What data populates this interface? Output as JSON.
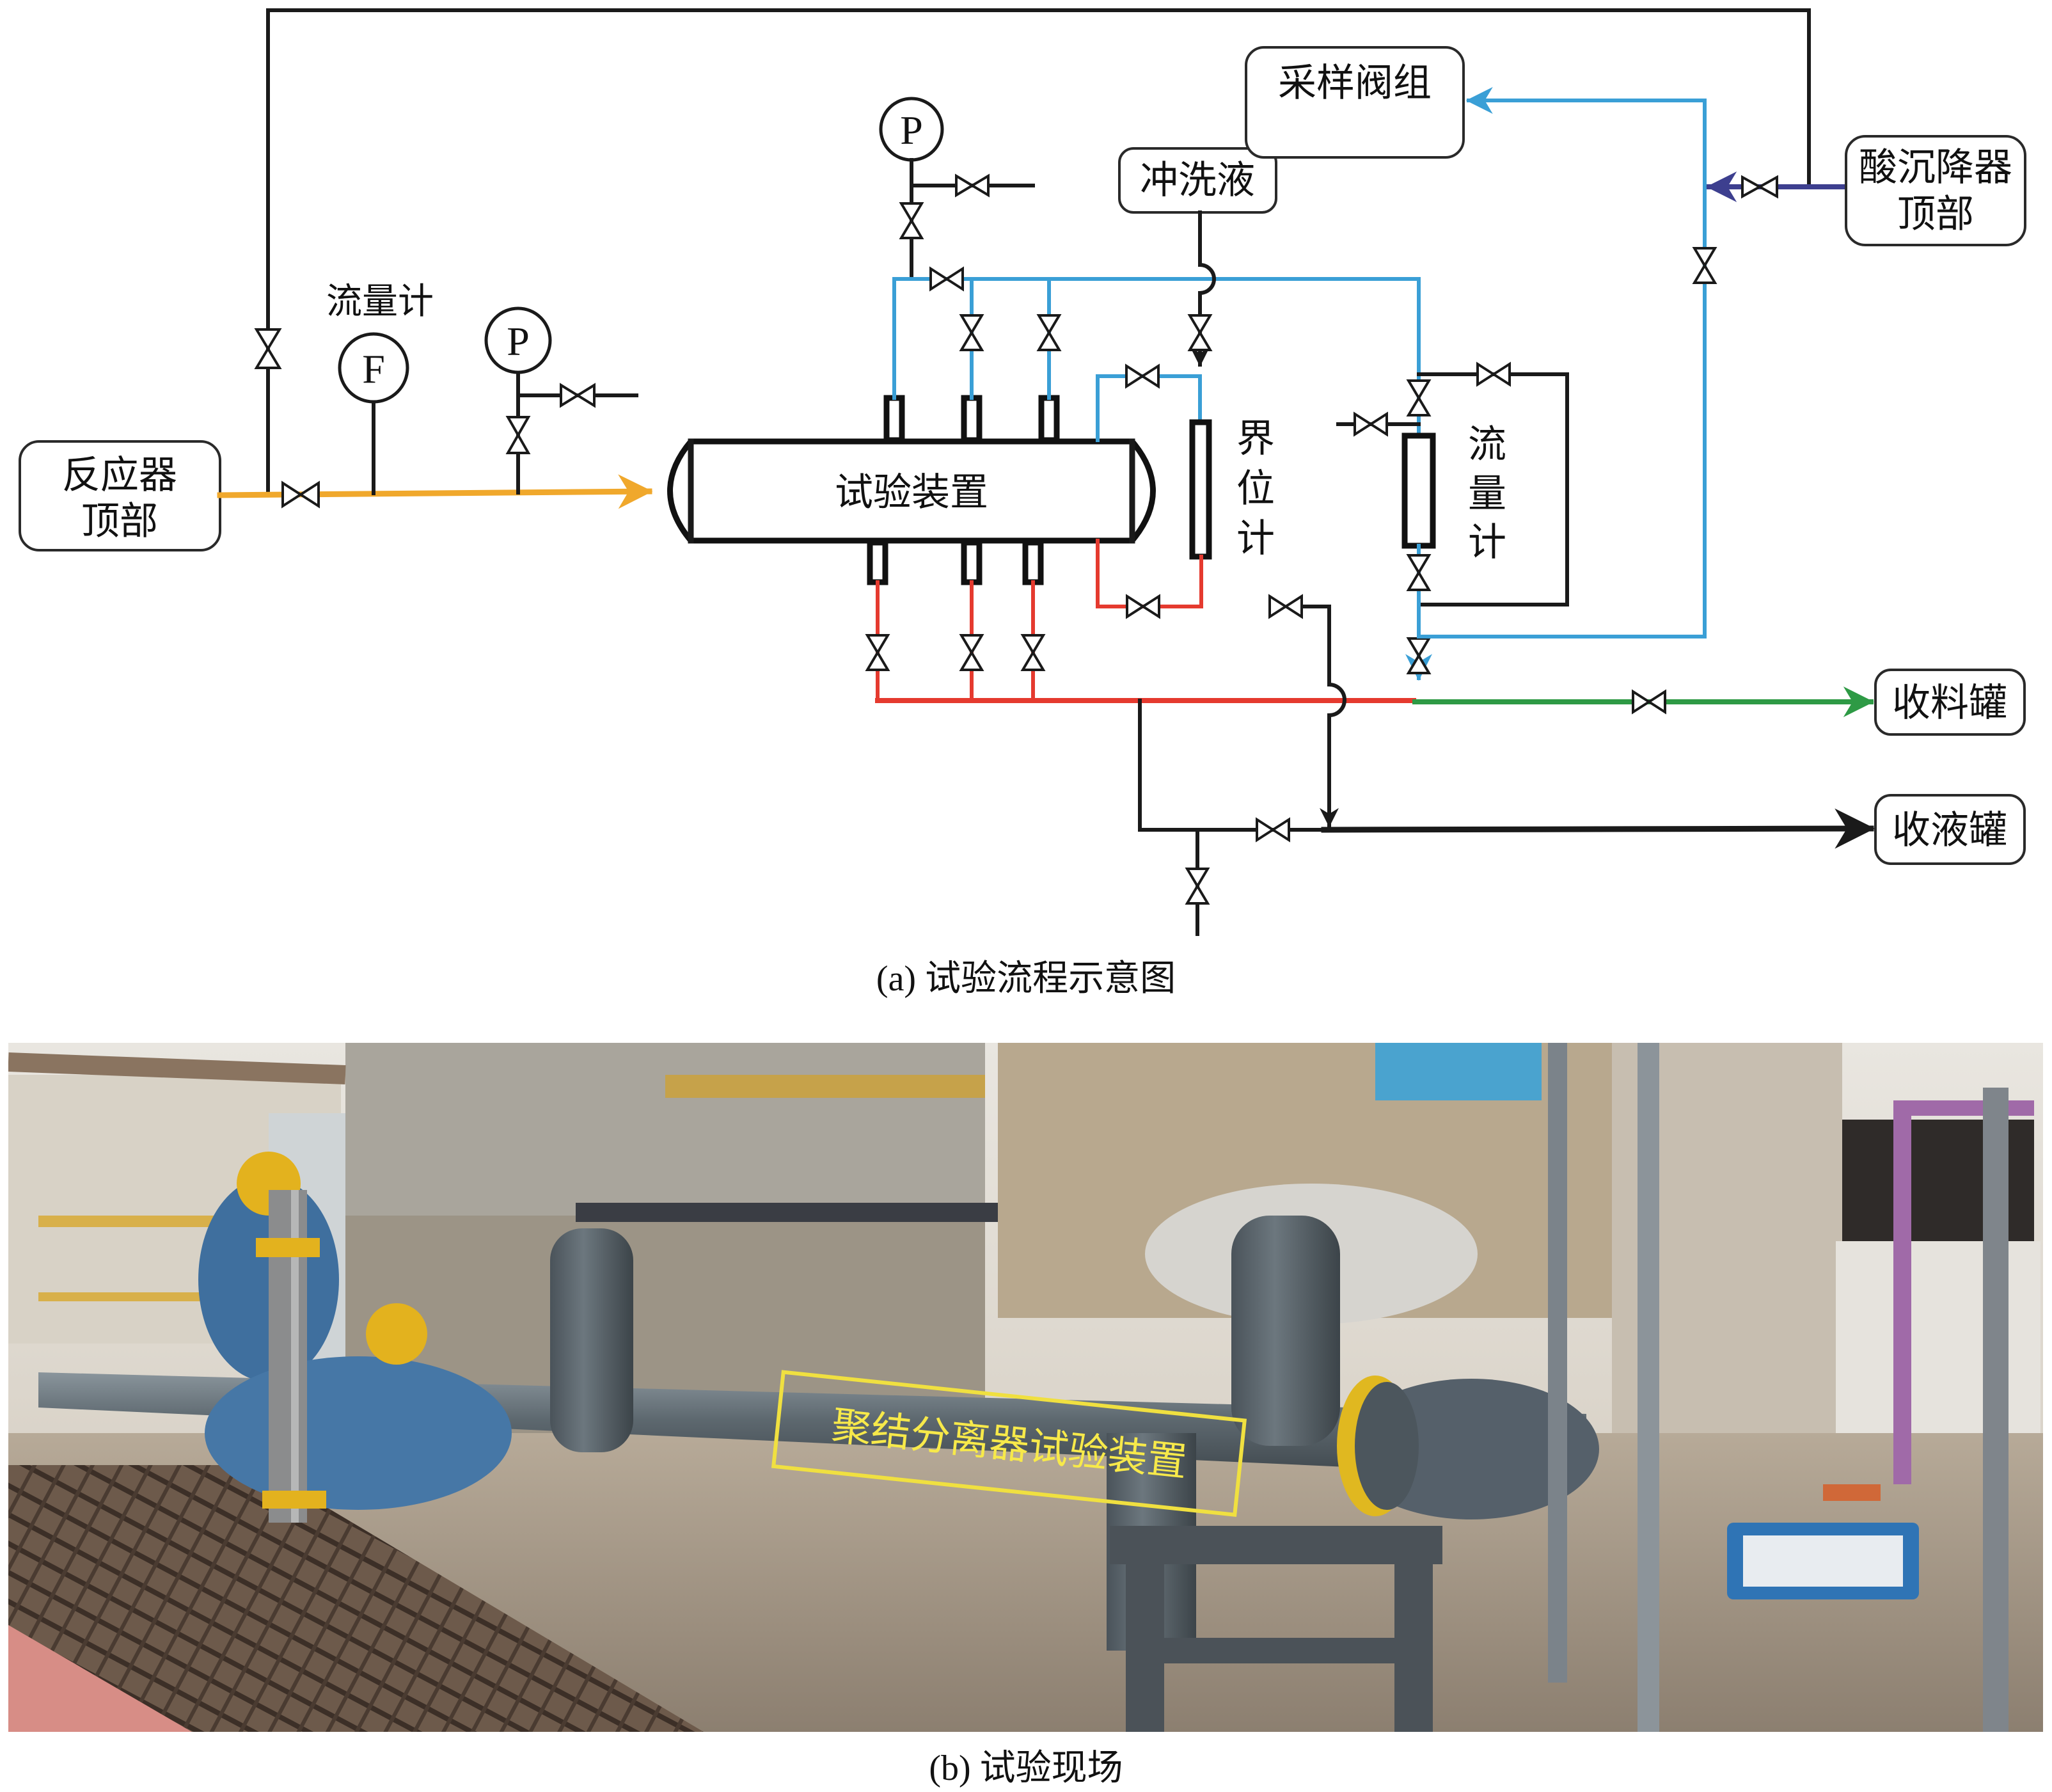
{
  "figure": {
    "panel_a": {
      "caption": "(a) 试验流程示意图",
      "nodes": {
        "reactor_top": {
          "line1": "反应器",
          "line2": "顶部"
        },
        "sampling_valve_group": {
          "label": "采样阀组"
        },
        "flushing_liquid": {
          "label": "冲洗液"
        },
        "acid_settler_top": {
          "line1": "酸沉降器",
          "line2": "顶部"
        },
        "test_device": {
          "label": "试验装置"
        },
        "product_tank": {
          "label": "收料罐"
        },
        "liquid_tank": {
          "label": "收液罐"
        }
      },
      "instruments": {
        "flowmeter_inlet": {
          "symbol": "F",
          "caption": "流量计"
        },
        "pressure_inlet": {
          "symbol": "P"
        },
        "pressure_vessel": {
          "symbol": "P"
        },
        "interface_gauge": {
          "chars": [
            "界",
            "位",
            "计"
          ]
        },
        "rotameter": {
          "chars": [
            "流",
            "量",
            "计"
          ]
        }
      },
      "line_colors": {
        "feed": "#f0a82c",
        "overhead_gas": "#3a9fd6",
        "bottom_liquid": "#e53a2f",
        "product": "#2e9a45",
        "acid_settler": "#3d3f8f",
        "utility": "#1a1a1a"
      }
    },
    "panel_b": {
      "caption": "(b) 试验现场",
      "photo_annotation": "聚结分离器试验装置",
      "annotation_color": "#f7e94a"
    }
  }
}
